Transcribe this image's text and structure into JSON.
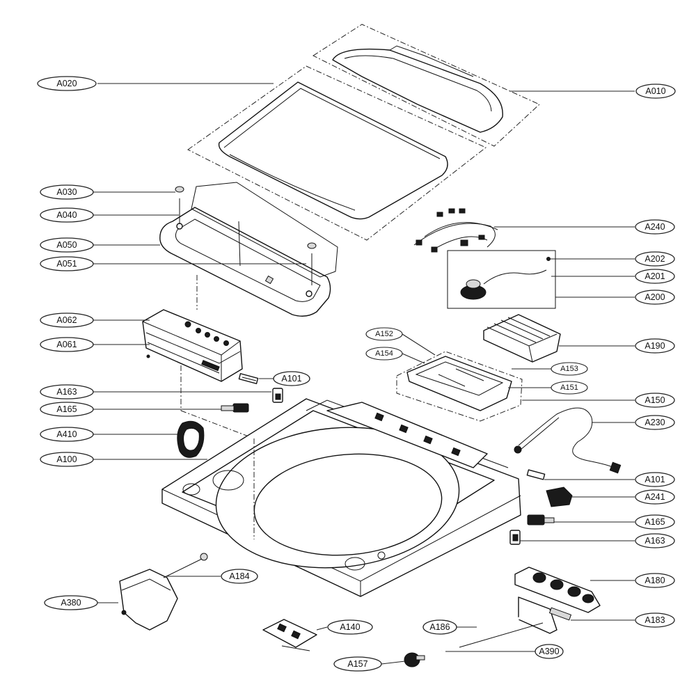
{
  "diagram": {
    "labels": {
      "A010": "A010",
      "A020": "A020",
      "A030": "A030",
      "A040": "A040",
      "A050": "A050",
      "A051": "A051",
      "A062": "A062",
      "A061": "A061",
      "A163_left": "A163",
      "A165_left": "A165",
      "A410": "A410",
      "A100": "A100",
      "A380": "A380",
      "A184": "A184",
      "A101_left": "A101",
      "A140": "A140",
      "A157": "A157",
      "A186": "A186",
      "A390": "A390",
      "A240": "A240",
      "A202": "A202",
      "A201": "A201",
      "A200": "A200",
      "A190": "A190",
      "A152": "A152",
      "A154": "A154",
      "A153": "A153",
      "A151": "A151",
      "A150": "A150",
      "A230": "A230",
      "A101_right": "A101",
      "A241": "A241",
      "A165_right": "A165",
      "A163_right": "A163",
      "A180": "A180",
      "A183": "A183"
    }
  }
}
